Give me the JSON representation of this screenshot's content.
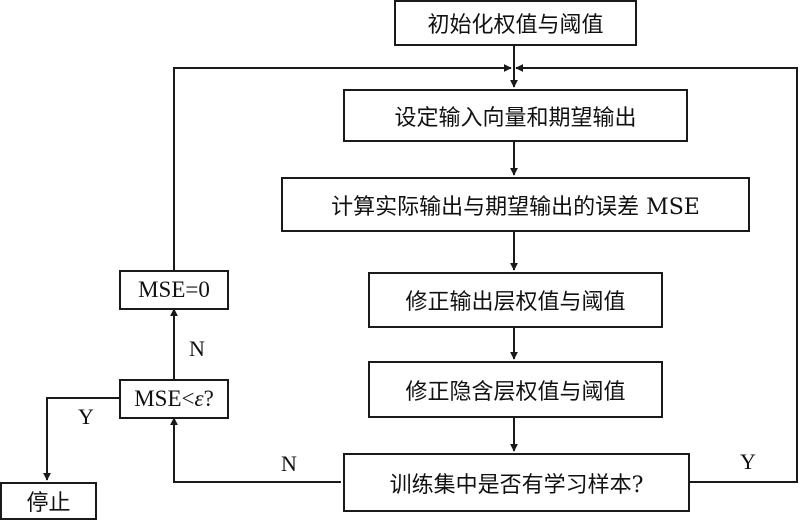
{
  "nodes": {
    "init": "初始化权值与阈值",
    "set_io": "设定输入向量和期望输出",
    "calc_error": "计算实际输出与期望输出的误差 MSE",
    "fix_output": "修正输出层权值与阈值",
    "fix_hidden": "修正隐含层权值与阈值",
    "has_samples": "训练集中是否有学习样本?",
    "mse_check_prefix": "MSE<",
    "mse_check_symbol": "ε",
    "mse_check_suffix": "?",
    "mse_zero": "MSE=0",
    "stop": "停止"
  },
  "edge_labels": {
    "yes_right": "Y",
    "no_bottom": "N",
    "no_left": "N",
    "yes_left": "Y"
  }
}
